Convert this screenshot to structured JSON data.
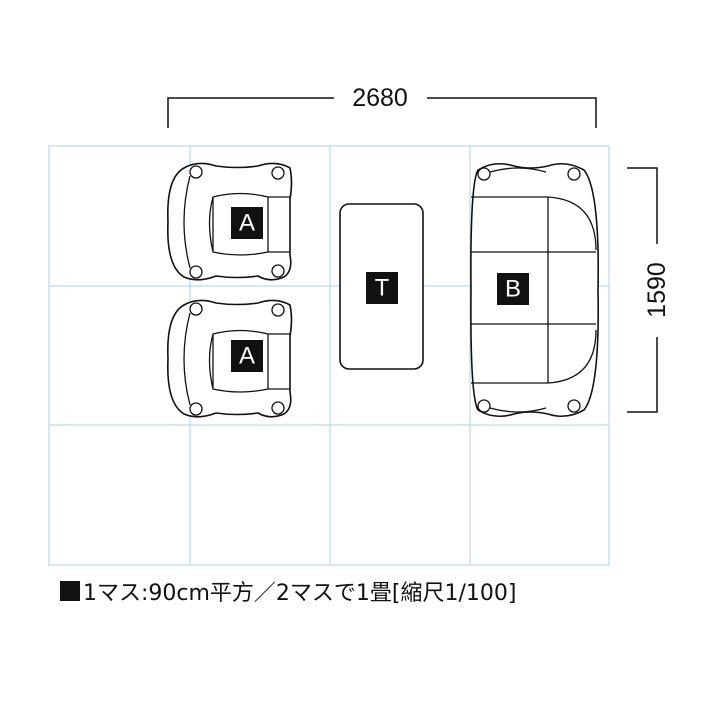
{
  "dimensions": {
    "width_mm": "2680",
    "depth_mm": "1590"
  },
  "furniture": {
    "armchair_top": {
      "label": "A"
    },
    "armchair_bottom": {
      "label": "A"
    },
    "table": {
      "label": "T"
    },
    "sofa": {
      "label": "B"
    }
  },
  "legend": {
    "text": "1マス:90cm平方／2マスで1畳[縮尺1/100]"
  },
  "colors": {
    "grid": "#b9d9ec",
    "ink": "#111111"
  }
}
